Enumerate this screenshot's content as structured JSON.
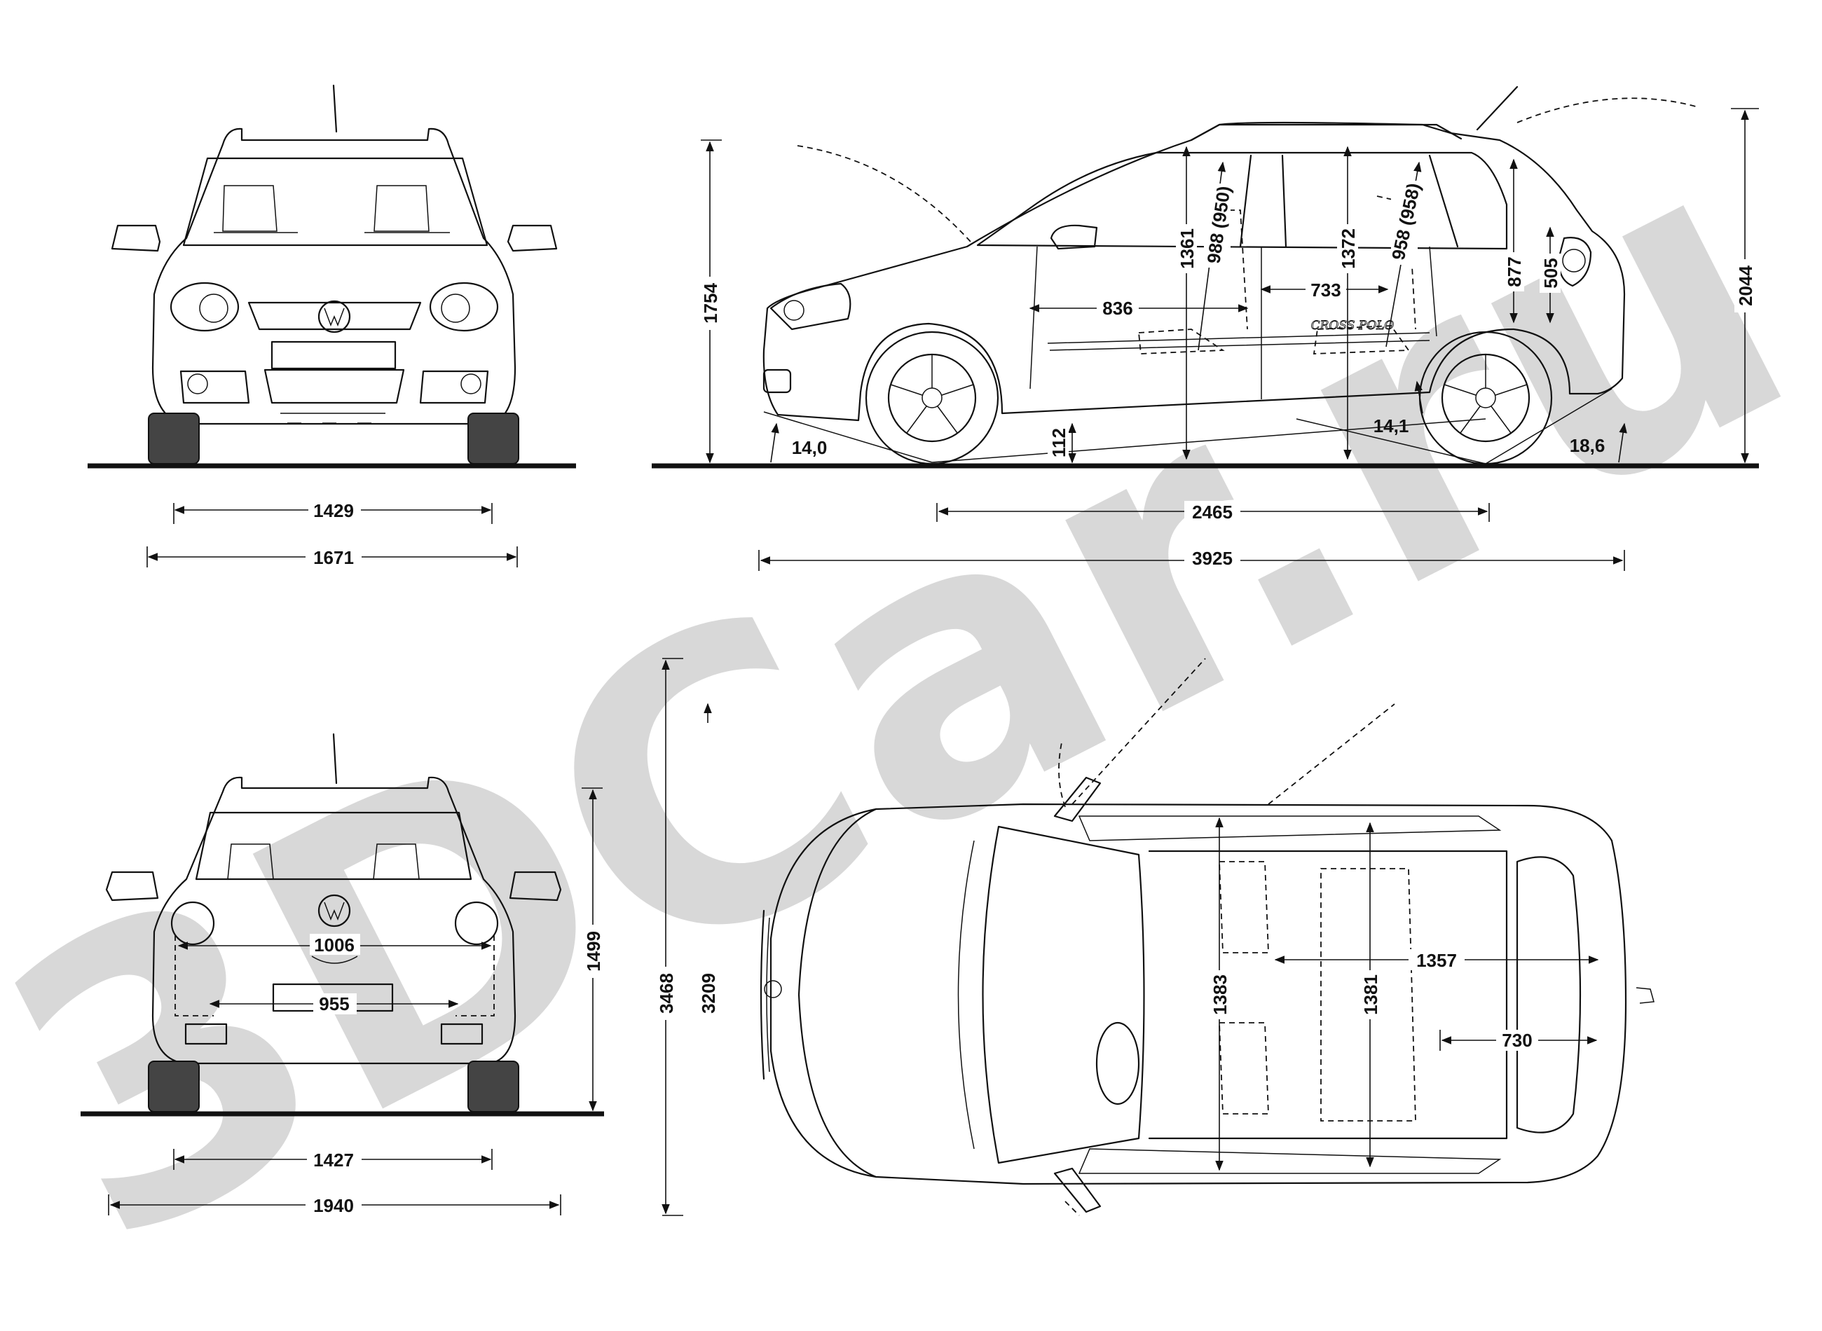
{
  "watermark": {
    "text": "3DCar.ru",
    "color": "#d6d6d6"
  },
  "colors": {
    "line": "#111111",
    "background": "#ffffff",
    "watermark": "#d6d6d6"
  },
  "front_view": {
    "track": "1429",
    "width": "1671"
  },
  "side_view": {
    "height_roof": "1754",
    "overall_height": "2044",
    "approach_angle": "14,0",
    "ground_clearance": "112",
    "breakover_angle": "14,1",
    "departure_angle": "18,6",
    "front_headroom": "1361",
    "front_seat_travel": "988 (950)",
    "front_legroom": "836",
    "rear_headroom": "1372",
    "rear_seat_travel": "958 (958)",
    "rear_legroom": "733",
    "tailgate_opening_height": "877",
    "loading_sill": "505",
    "wheelbase": "2465",
    "overall_length": "3925",
    "badge": "CROSS POLO"
  },
  "rear_view": {
    "between_taillights": "1006",
    "plate_width": "955",
    "tailgate_height": "1499",
    "track": "1427",
    "width_with_mirrors": "1940"
  },
  "top_view": {
    "length_a": "3468",
    "length_b": "3209",
    "front_shoulder": "1383",
    "rear_shoulder": "1381",
    "cargo_length": "1357",
    "cargo_floor": "730"
  }
}
